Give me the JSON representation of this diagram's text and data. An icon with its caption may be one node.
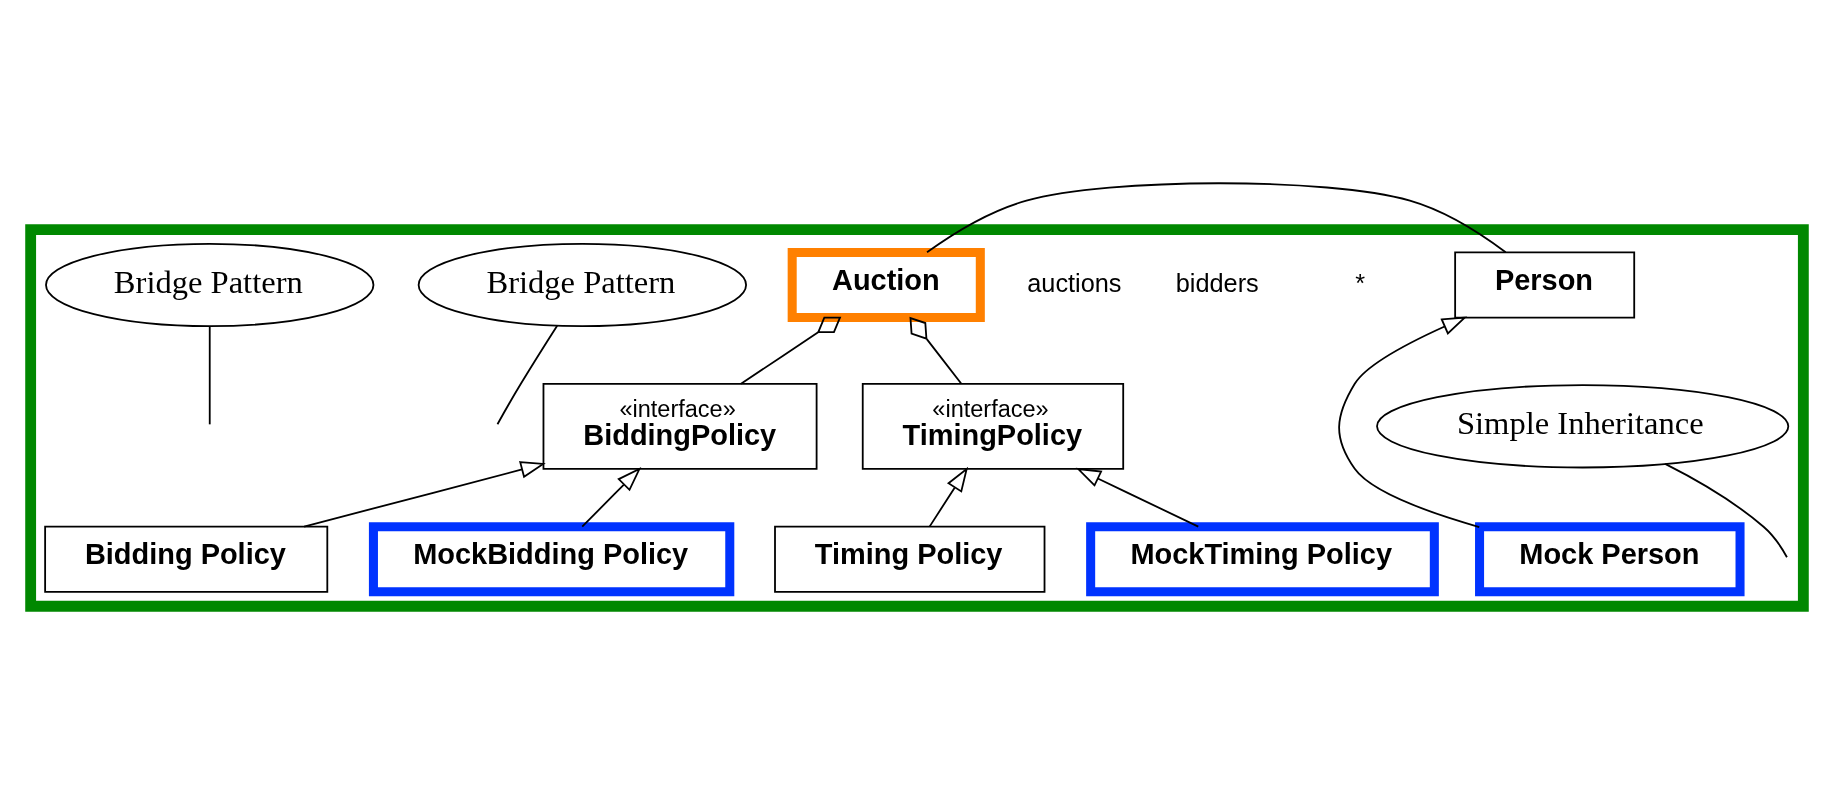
{
  "diagram": {
    "nodes": [
      {
        "text": [],
        "shape": "box"
      },
      {
        "text": [
          "Auction"
        ],
        "in": 0
      },
      {
        "text": [
          "Person"
        ],
        "in": 0
      },
      {
        "text": [
          "«interface»",
          "BiddingPolicy"
        ],
        "in": 0
      },
      {
        "text": [
          "«interface»",
          "TimingPolicy"
        ],
        "in": 0
      },
      {
        "text": [
          "Simple Inheritance"
        ],
        "in": 0
      },
      {
        "text": [
          "Bridge Pattern"
        ],
        "in": 0
      },
      {
        "text": [
          "Bridge Pattern"
        ],
        "in": 0
      },
      {
        "text": [
          "Bidding Policy"
        ],
        "in": 0
      },
      {
        "text": [
          "MockBidding Policy"
        ],
        "in": 0
      },
      {
        "text": [
          "Timing Policy"
        ],
        "in": 0
      },
      {
        "text": [
          "MockTiming Policy"
        ],
        "in": 0
      },
      {
        "text": [
          "Mock Person"
        ],
        "in": 0
      }
    ],
    "edges": [
      {
        "from": 1,
        "to": 2,
        "arrow": "none"
      },
      {
        "from": 1,
        "to": 3,
        "arrow": "other"
      },
      {
        "from": 1,
        "to": 4,
        "arrow": "other"
      },
      {
        "from": 8,
        "to": 3,
        "arrow": "to"
      },
      {
        "from": 9,
        "to": 3,
        "arrow": "to"
      },
      {
        "from": 10,
        "to": 4,
        "arrow": "to"
      },
      {
        "from": 11,
        "to": 4,
        "arrow": "to"
      },
      {
        "from": 12,
        "to": 2,
        "arrow": "to"
      },
      {
        "from": 5,
        "to": null,
        "arrow": "none"
      },
      {
        "from": 6,
        "to": null,
        "arrow": "none"
      },
      {
        "from": 7,
        "to": null,
        "arrow": "none"
      }
    ],
    "labels": [
      "auctions",
      "bidders",
      "*"
    ]
  }
}
